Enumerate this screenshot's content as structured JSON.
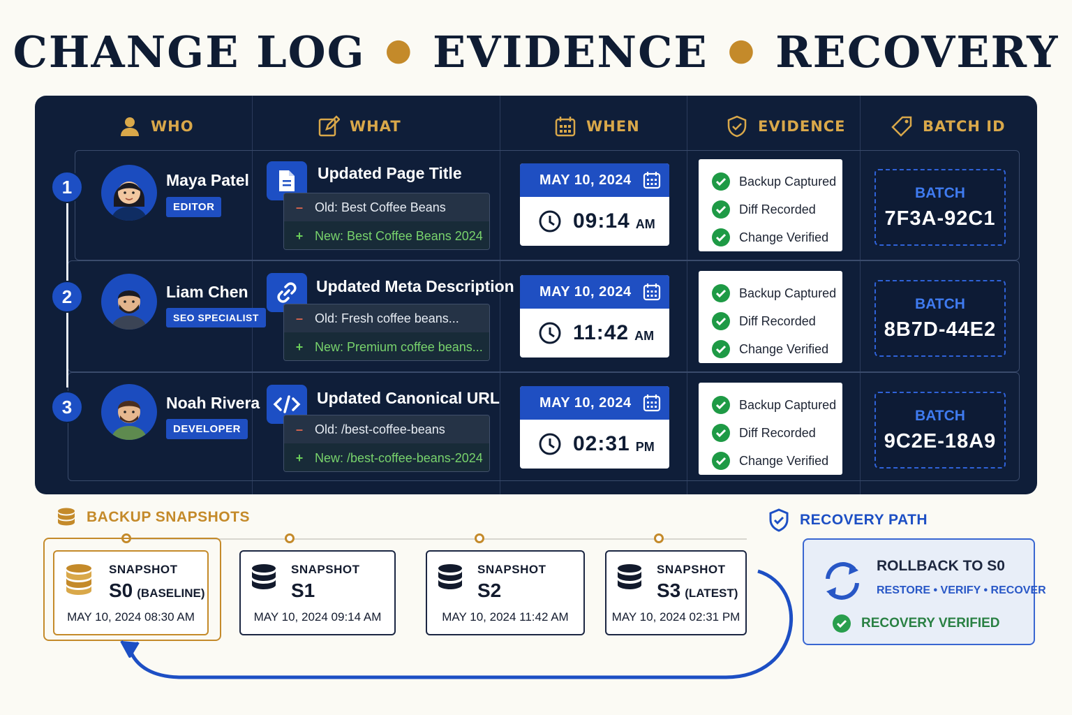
{
  "title": {
    "part1": "CHANGE LOG",
    "part2": "EVIDENCE",
    "part3": "RECOVERY"
  },
  "columns": {
    "who": "WHO",
    "what": "WHAT",
    "when": "WHEN",
    "evidence": "EVIDENCE",
    "batch": "BATCH ID"
  },
  "rows": [
    {
      "num": "1",
      "name": "Maya Patel",
      "role": "EDITOR",
      "what_title": "Updated Page Title",
      "old": "Old:  Best Coffee Beans",
      "new": "New: Best Coffee Beans 2024",
      "date": "MAY 10, 2024",
      "time": "09:14",
      "ampm": "AM",
      "evidence": [
        "Backup Captured",
        "Diff Recorded",
        "Change Verified"
      ],
      "batch_label": "BATCH",
      "batch_id": "7F3A-92C1",
      "icon": "document-icon"
    },
    {
      "num": "2",
      "name": "Liam Chen",
      "role": "SEO SPECIALIST",
      "what_title": "Updated Meta Description",
      "old": "Old:  Fresh coffee beans...",
      "new": "New: Premium coffee beans...",
      "date": "MAY 10, 2024",
      "time": "11:42",
      "ampm": "AM",
      "evidence": [
        "Backup Captured",
        "Diff Recorded",
        "Change Verified"
      ],
      "batch_label": "BATCH",
      "batch_id": "8B7D-44E2",
      "icon": "link-icon"
    },
    {
      "num": "3",
      "name": "Noah Rivera",
      "role": "DEVELOPER",
      "what_title": "Updated Canonical URL",
      "old": "Old:  /best-coffee-beans",
      "new": "New: /best-coffee-beans-2024",
      "date": "MAY 10, 2024",
      "time": "02:31",
      "ampm": "PM",
      "evidence": [
        "Backup Captured",
        "Diff Recorded",
        "Change Verified"
      ],
      "batch_label": "BATCH",
      "batch_id": "9C2E-18A9",
      "icon": "code-icon"
    }
  ],
  "snapshots_section": {
    "title": "BACKUP SNAPSHOTS"
  },
  "snapshots": [
    {
      "label": "SNAPSHOT",
      "name": "S0",
      "sub": "(BASELINE)",
      "time": "MAY 10, 2024   08:30 AM"
    },
    {
      "label": "SNAPSHOT",
      "name": "S1",
      "sub": "",
      "time": "MAY 10, 2024   09:14 AM"
    },
    {
      "label": "SNAPSHOT",
      "name": "S2",
      "sub": "",
      "time": "MAY 10, 2024   11:42 AM"
    },
    {
      "label": "SNAPSHOT",
      "name": "S3",
      "sub": "(LATEST)",
      "time": "MAY 10, 2024   02:31 PM"
    }
  ],
  "recovery": {
    "title": "RECOVERY PATH",
    "heading": "ROLLBACK TO S0",
    "steps": "RESTORE • VERIFY • RECOVER",
    "status": "RECOVERY VERIFIED"
  },
  "colors": {
    "navy": "#0f1e39",
    "blue": "#1f4fc2",
    "gold": "#c48a2a",
    "green": "#1e9a45"
  }
}
